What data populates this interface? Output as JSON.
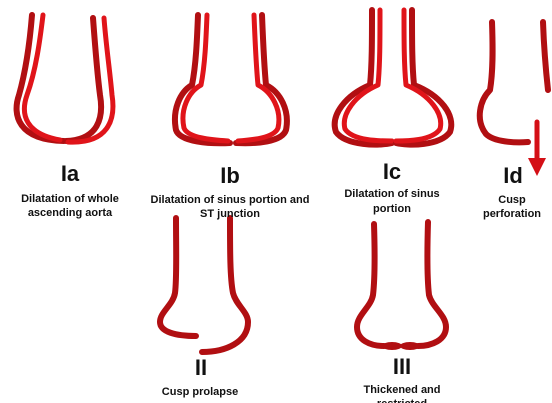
{
  "colors": {
    "stroke_dark": "#b10f12",
    "stroke_bright": "#e0141a",
    "arrow": "#d40f16",
    "text": "#111111"
  },
  "panels": {
    "ia": {
      "label": "Ia",
      "desc_line1": "Dilatation of whole",
      "desc_line2": "ascending aorta"
    },
    "ib": {
      "label": "Ib",
      "desc_line1": "Dilatation of sinus portion and",
      "desc_line2": "ST junction"
    },
    "ic": {
      "label": "Ic",
      "desc_line1": "Dilatation of sinus",
      "desc_line2": "portion"
    },
    "id": {
      "label": "Id",
      "desc_line1": "Cusp",
      "desc_line2": "perforation"
    },
    "ii": {
      "label": "II",
      "desc_line1": "Cusp prolapse"
    },
    "iii": {
      "label": "III",
      "desc_line1": "Thickened and",
      "desc_line2": "restricted"
    }
  }
}
